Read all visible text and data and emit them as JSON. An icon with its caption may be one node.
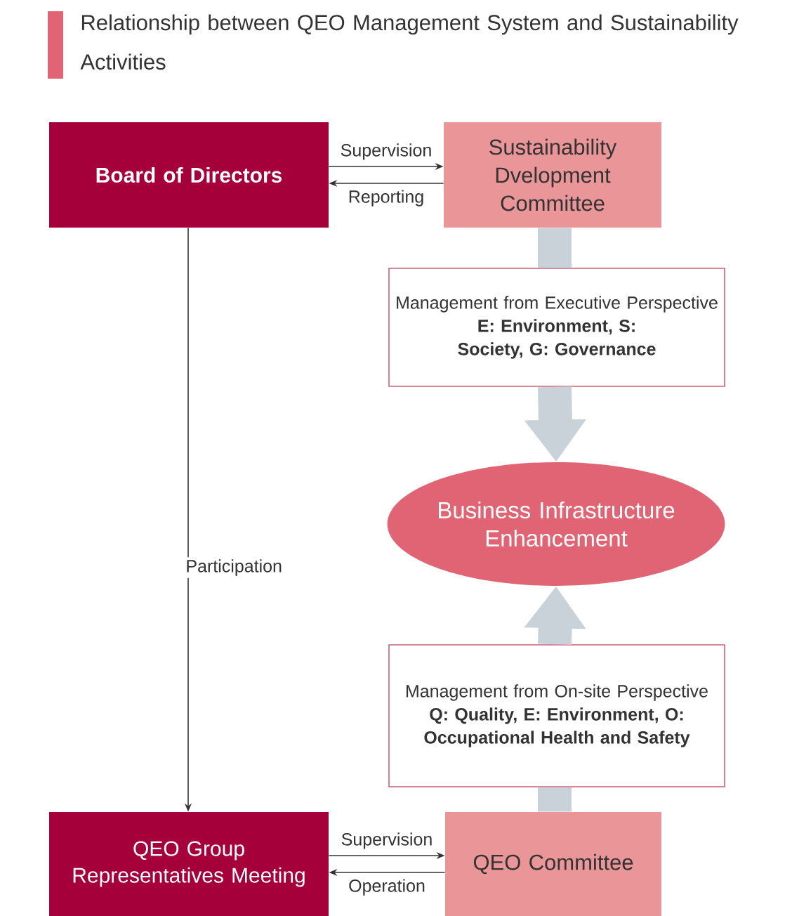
{
  "diagram": {
    "title": "Relationship between QEO Management System and Sustainability Activities",
    "nodes": [
      {
        "text": [
          "Board of Directors"
        ]
      },
      {
        "text": [
          "Sustainability Dvelopment Committee"
        ]
      },
      {
        "text": [
          "Management from Executive Perspective",
          "E: Environment, S: Society, G: Governance"
        ]
      },
      {
        "text": [
          "Business Infrastructure Enhancement"
        ]
      },
      {
        "text": [
          "Management from On-site Perspective",
          "Q: Quality, E: Environment, O: Occupational Health and Safety"
        ]
      },
      {
        "text": [
          "QEO Group Representatives Meeting"
        ]
      },
      {
        "text": [
          "QEO Committee"
        ]
      }
    ],
    "edges": [
      {
        "from": 0,
        "to": 1,
        "arrow": "to",
        "label": "Supervision"
      },
      {
        "from": 1,
        "to": 0,
        "arrow": "to",
        "label": "Reporting"
      },
      {
        "from": 0,
        "to": 5,
        "arrow": "to",
        "label": "Participation"
      },
      {
        "from": 5,
        "to": 6,
        "arrow": "to",
        "label": "Supervision"
      },
      {
        "from": 6,
        "to": 5,
        "arrow": "to",
        "label": "Operation"
      },
      {
        "from": 1,
        "to": 2,
        "arrow": "none",
        "style": "thick",
        "color": "#c9d2d9"
      },
      {
        "from": 2,
        "to": 3,
        "arrow": "to",
        "style": "thick",
        "color": "#c9d2d9"
      },
      {
        "from": 6,
        "to": 4,
        "arrow": "none",
        "style": "thick",
        "color": "#c9d2d9"
      },
      {
        "from": 4,
        "to": 3,
        "arrow": "to",
        "style": "thick",
        "color": "#c9d2d9"
      }
    ]
  }
}
